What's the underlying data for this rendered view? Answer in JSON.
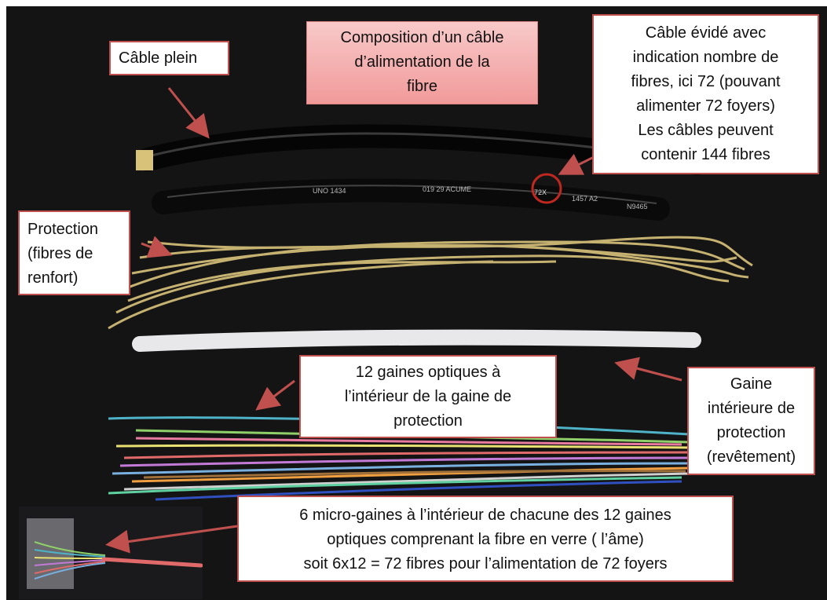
{
  "labels": {
    "title": [
      "Composition d’un câble",
      "d’alimentation de la",
      "fibre"
    ],
    "cable_plein": [
      "Câble plein"
    ],
    "cable_evide": [
      "Câble évidé avec",
      "indication nombre de",
      "fibres, ici 72 (pouvant",
      "alimenter 72 foyers)",
      "Les câbles peuvent",
      "contenir 144 fibres"
    ],
    "protection": [
      "Protection",
      "(fibres de",
      "renfort)"
    ],
    "gaines_optiques": [
      "12 gaines optiques à",
      "l’intérieur de la gaine de",
      "protection"
    ],
    "gaine_interieure": [
      "Gaine",
      "intérieure de",
      "protection",
      "(revêtement)"
    ],
    "micro_gaines": [
      "6 micro-gaines à l’intérieur de chacune des 12 gaines",
      "optiques comprenant la fibre en verre ( l’âme)",
      "soit 6x12 = 72 fibres pour l’alimentation de 72 foyers"
    ]
  },
  "cable_marking": [
    "UNO 1434",
    "019  29  ACUME",
    "72X",
    "1457 A2",
    "N9465"
  ],
  "colors": {
    "box_border": "#c0504d",
    "arrow": "#c0504d",
    "title_fill": "#f4b6b6",
    "background": "#141415",
    "kevlar": "#d9c27a",
    "circle": "#c0281f"
  },
  "fiber_colors": [
    "#4fb3c8",
    "#8fcf6a",
    "#e8e070",
    "#e06a6a",
    "#c27ad6",
    "#7ab0e0",
    "#f0a040",
    "#d0d0d0",
    "#5fd0a0",
    "#e87aa0",
    "#a0703a",
    "#3050c0"
  ]
}
